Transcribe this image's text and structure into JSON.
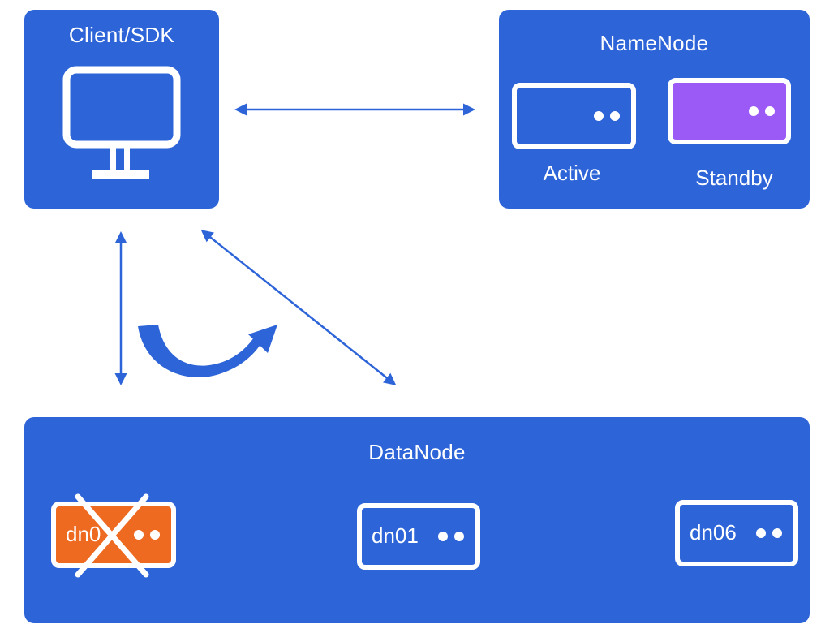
{
  "client": {
    "title": "Client/SDK",
    "icon": "monitor-icon"
  },
  "namenode": {
    "title": "NameNode",
    "active": {
      "label": "Active",
      "color": "#2D64D8"
    },
    "standby": {
      "label": "Standby",
      "color": "#9B59F5"
    }
  },
  "datanode": {
    "title": "DataNode",
    "nodes": [
      {
        "label": "dn0",
        "status": "failed",
        "color": "#EE6A21"
      },
      {
        "label": "dn01",
        "status": "ok",
        "color": "#2D64D8"
      },
      {
        "label": "dn06",
        "status": "ok",
        "color": "#2D64D8"
      }
    ]
  },
  "colors": {
    "panel": "#2D64D8",
    "arrow": "#2D64D8",
    "failed": "#EE6A21",
    "standby": "#9B59F5",
    "background": "#FFFFFF"
  }
}
